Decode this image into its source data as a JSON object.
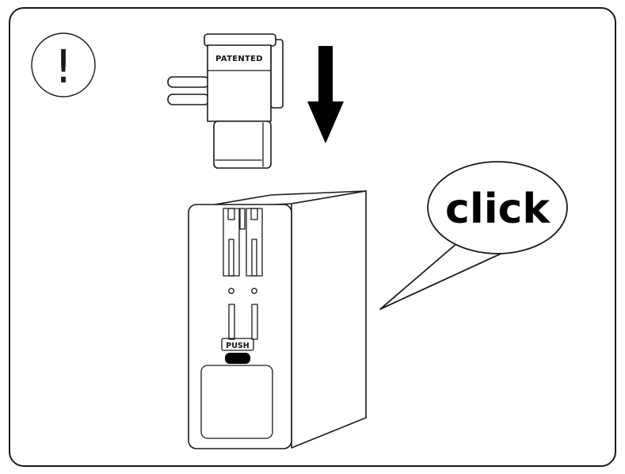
{
  "diagram": {
    "type": "instruction-illustration",
    "warning_symbol": "!",
    "plug": {
      "label": "PATENTED"
    },
    "adapter": {
      "push_label": "PUSH"
    },
    "bubble": {
      "label": "click"
    },
    "colors": {
      "line": "#1a1a1a",
      "background": "#ffffff",
      "solid_black": "#000000"
    }
  }
}
